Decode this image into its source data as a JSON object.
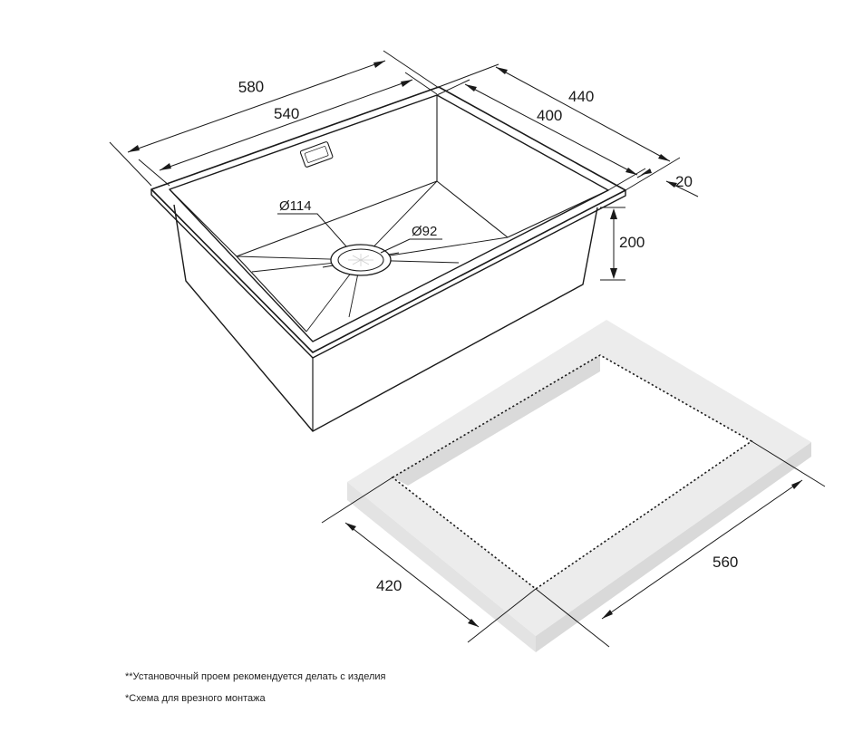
{
  "dimensions": {
    "outer_length": "580",
    "inner_length": "540",
    "outer_width": "440",
    "inner_width": "400",
    "rim": "20",
    "depth": "200",
    "drain_outer": "Ø114",
    "drain_inner": "Ø92",
    "cutout_width": "420",
    "cutout_length": "560"
  },
  "notes": [
    "**Установочный проем рекомендуется делать с изделия",
    "*Схема для врезного монтажа"
  ],
  "colors": {
    "line": "#1a1a1a",
    "countertop_top": "#ebebeb",
    "countertop_side": "#d8d8d8",
    "countertop_front": "#e2e2e2"
  }
}
